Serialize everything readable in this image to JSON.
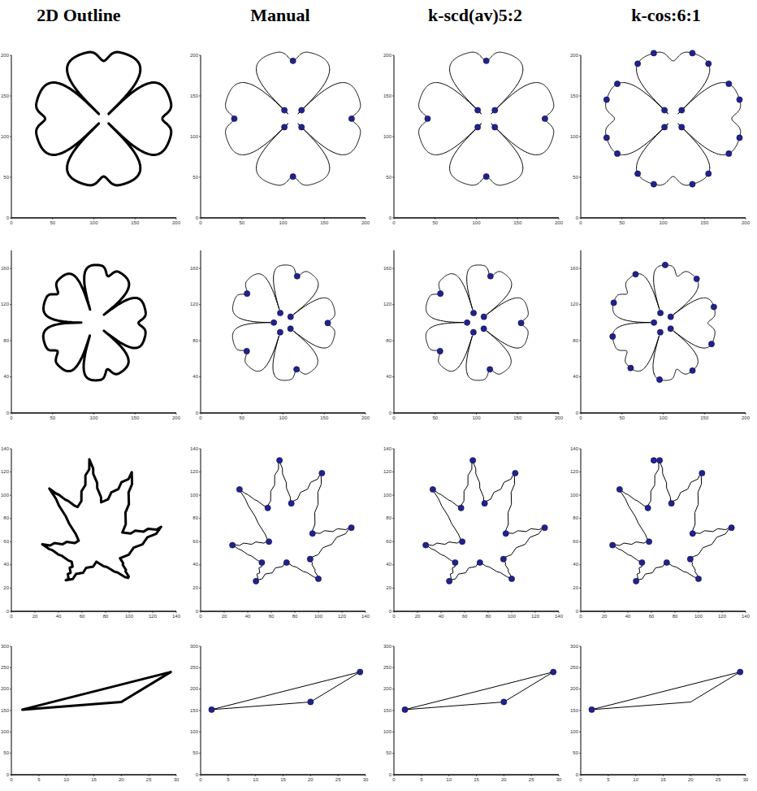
{
  "diagram": {
    "labels": [
      "2D Outline",
      "Manual",
      "k-scd(av)5:2",
      "k-cos:6:1",
      "0",
      "50",
      "100",
      "150",
      "200",
      "0",
      "50",
      "100",
      "150",
      "200",
      "0",
      "50",
      "100",
      "150",
      "200",
      "0",
      "50",
      "100",
      "150",
      "200",
      "0",
      "50",
      "100",
      "150",
      "200",
      "0",
      "50",
      "100",
      "150",
      "200",
      "0",
      "50",
      "100",
      "150",
      "200",
      "0",
      "50",
      "100",
      "150",
      "200",
      "0",
      "50",
      "100",
      "150",
      "200",
      "0",
      "40",
      "80",
      "120",
      "160",
      "0",
      "50",
      "100",
      "150",
      "200",
      "0",
      "40",
      "80",
      "120",
      "160",
      "0",
      "50",
      "100",
      "150",
      "200",
      "0",
      "40",
      "80",
      "120",
      "160",
      "0",
      "50",
      "100",
      "150",
      "200",
      "0",
      "40",
      "80",
      "120",
      "160",
      "0",
      "20",
      "40",
      "60",
      "80",
      "100",
      "120",
      "140",
      "0",
      "20",
      "40",
      "60",
      "80",
      "100",
      "120",
      "140",
      "0",
      "20",
      "40",
      "60",
      "80",
      "100",
      "120",
      "140",
      "0",
      "20",
      "40",
      "60",
      "80",
      "100",
      "120",
      "140",
      "0",
      "20",
      "40",
      "60",
      "80",
      "100",
      "120",
      "140",
      "0",
      "20",
      "40",
      "60",
      "80",
      "100",
      "120",
      "140",
      "0",
      "20",
      "40",
      "60",
      "80",
      "100",
      "120",
      "140",
      "0",
      "20",
      "40",
      "60",
      "80",
      "100",
      "120",
      "140",
      "0",
      "5",
      "10",
      "15",
      "20",
      "25",
      "30",
      "0",
      "50",
      "100",
      "150",
      "200",
      "250",
      "300",
      "0",
      "5",
      "10",
      "15",
      "20",
      "25",
      "30",
      "0",
      "50",
      "100",
      "150",
      "200",
      "250",
      "300",
      "0",
      "5",
      "10",
      "15",
      "20",
      "25",
      "30",
      "0",
      "50",
      "100",
      "150",
      "200",
      "250",
      "300",
      "0",
      "5",
      "10",
      "15",
      "20",
      "25",
      "30",
      "0",
      "50",
      "100",
      "150",
      "200",
      "250",
      "300"
    ]
  }
}
